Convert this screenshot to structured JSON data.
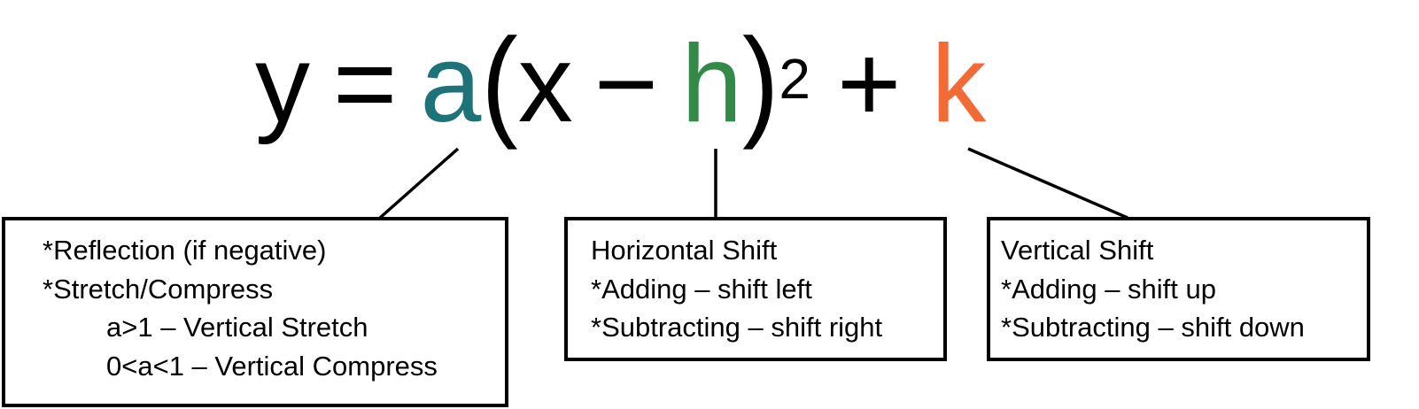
{
  "equation": {
    "y": "y",
    "equals": "=",
    "a": "a",
    "open_paren": "(",
    "x": "x",
    "minus": "−",
    "h": "h",
    "close_paren": ")",
    "exponent": "2",
    "plus": "+",
    "k": "k",
    "colors": {
      "a": "#1e7379",
      "h": "#338a48",
      "k": "#f26a35",
      "default": "#000000"
    }
  },
  "boxes": {
    "a": {
      "lines": [
        "*Reflection (if negative)",
        "*Stretch/Compress",
        "a>1 – Vertical Stretch",
        "0<a<1 – Vertical Compress"
      ]
    },
    "h": {
      "lines": [
        "Horizontal Shift",
        "*Adding – shift left",
        "*Subtracting – shift right"
      ]
    },
    "k": {
      "lines": [
        "Vertical Shift",
        "*Adding – shift up",
        "*Subtracting – shift down"
      ]
    }
  }
}
